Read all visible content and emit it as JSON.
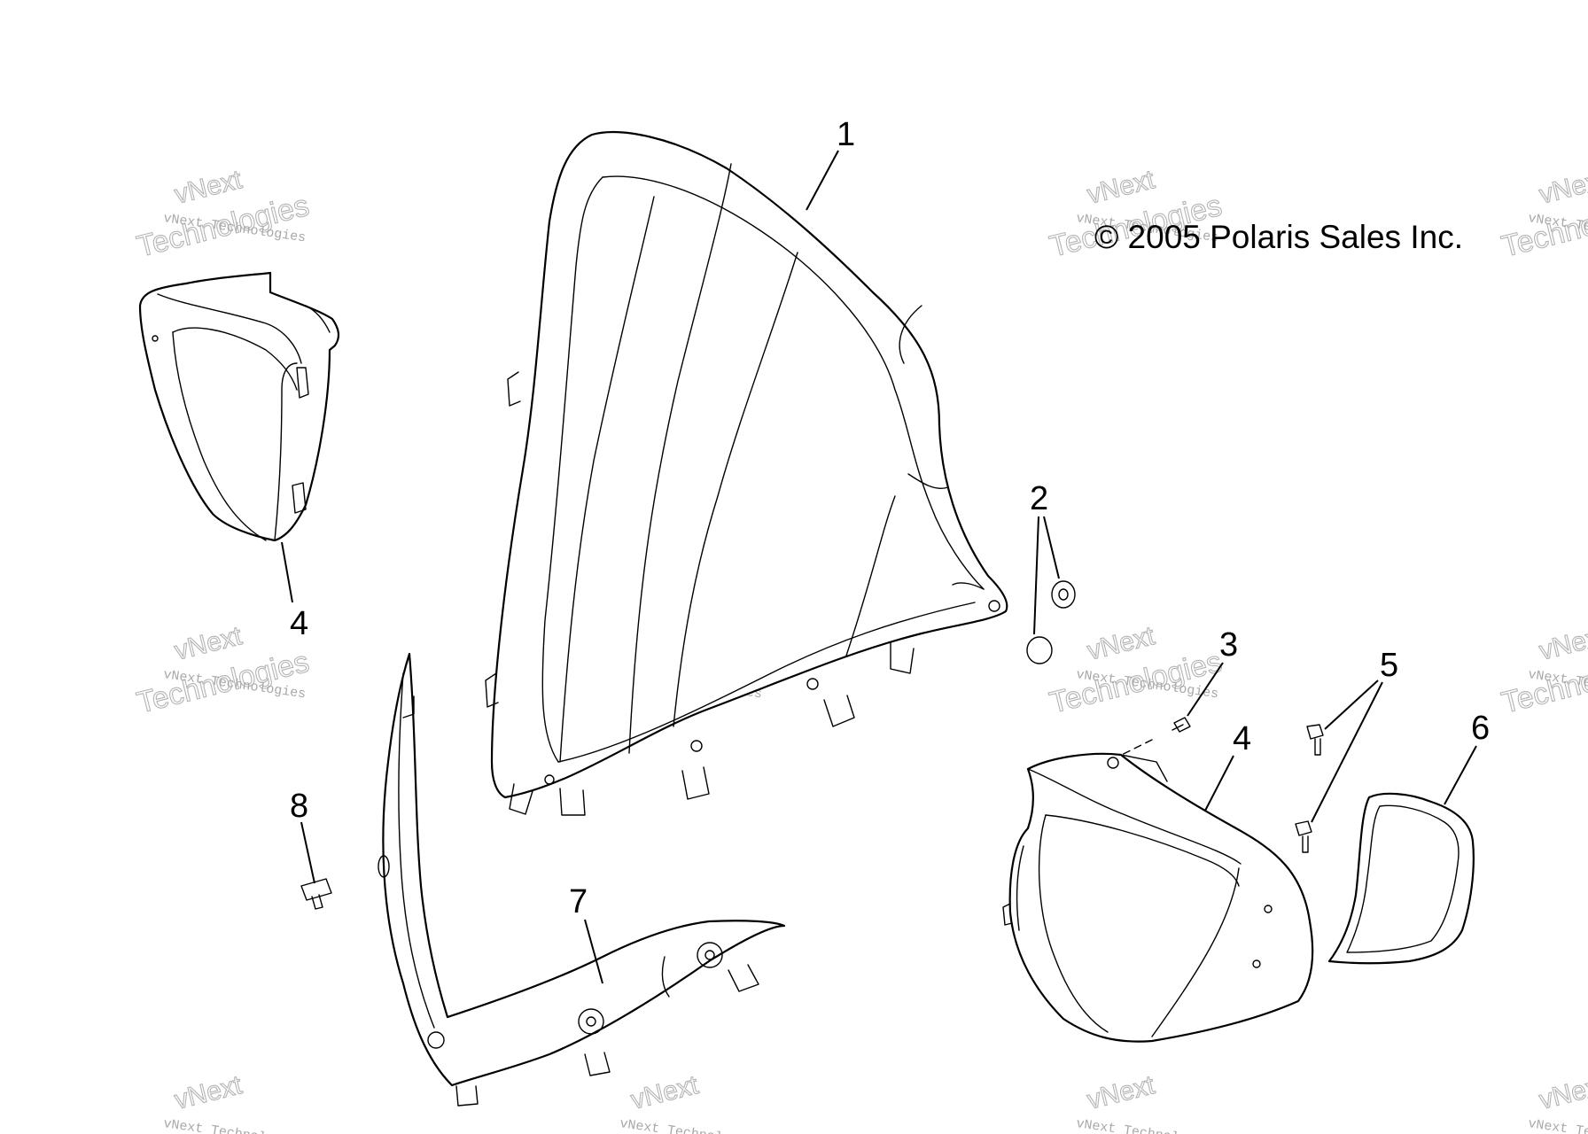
{
  "copyright": "© 2005 Polaris Sales Inc.",
  "watermark": {
    "line1": "vNext",
    "line2": "vNext Technologies",
    "line3": "Technologies"
  },
  "callouts": {
    "c1": "1",
    "c2": "2",
    "c3": "3",
    "c4a": "4",
    "c4b": "4",
    "c5": "5",
    "c6": "6",
    "c7": "7",
    "c8": "8"
  }
}
